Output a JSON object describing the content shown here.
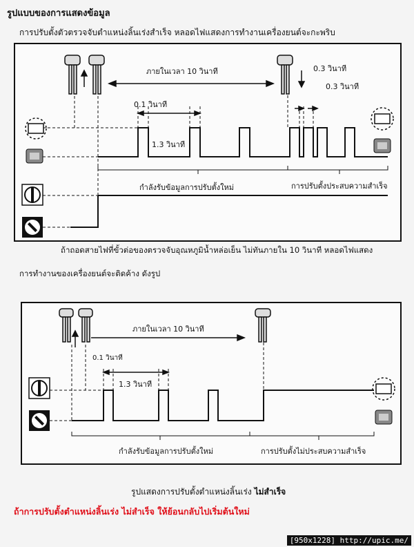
{
  "header": {
    "title": "รูปแบบของการแสดงข้อมูล",
    "intro": "การปรับตั้งตัวตรวจจับตำแหน่งลิ้นเร่งสำเร็จ หลอดไฟแสดงการทำงานเครื่องยนต์จะกะพริบ"
  },
  "diagram1": {
    "within_label": "ภายในเวลา 10 วินาที",
    "pulse_short": "0.1 วินาที",
    "pulse_long": "1.3 วินาที",
    "fast_a": "0.3 วินาที",
    "fast_b": "0.3 วินาที",
    "receiving": "กำลังรับข้อมูลการปรับตั้งใหม่",
    "success": "การปรับตั้งประสบความสำเร็จ"
  },
  "middle_text": {
    "line1": "ถ้าถอดสายไฟที่ขั้วต่อของตรวจจับอุณหภูมิน้ำหล่อเย็น ไม่ทันภายใน 10 วินาที หลอดไฟแสดง",
    "line2": "การทำงานของเครื่องยนต์จะติดค้าง ดังรูป"
  },
  "diagram2": {
    "within_label": "ภายในเวลา 10 วินาที",
    "pulse_short": "0.1 วินาที",
    "pulse_long": "1.3 วินาที",
    "receiving": "กำลังรับข้อมูลการปรับตั้งใหม่",
    "fail": "การปรับตั้งไม่ประสบความสำเร็จ"
  },
  "footer": {
    "caption": "รูปแสดงการปรับตั้งตำแหน่งลิ้นเร่ง",
    "caption_bold": "ไม่สำเร็จ",
    "warning": "ถ้าการปรับตั้งตำแหน่งลิ้นเร่ง ไม่สำเร็จ ให้ย้อนกลับไปเริ่มต้นใหม่"
  },
  "watermark": "[950x1228] http://upic.me/",
  "colors": {
    "warning": "#e0101a",
    "line": "#111111"
  },
  "icons": [
    "throttle-sensor-icon",
    "check-engine-lamp-icon",
    "ignition-on-icon",
    "ignition-off-icon"
  ]
}
